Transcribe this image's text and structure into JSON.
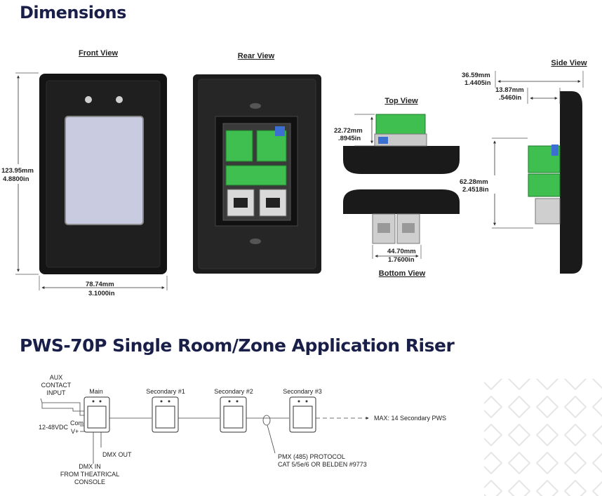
{
  "titles": {
    "dimensions": "Dimensions",
    "riser": "PWS-70P Single Room/Zone Application Riser"
  },
  "views": {
    "front": "Front View",
    "rear": "Rear View",
    "top": "Top View",
    "bottom": "Bottom View",
    "side": "Side View"
  },
  "dims": {
    "front_height_mm": "123.95mm",
    "front_height_in": "4.8800in",
    "front_width_mm": "78.74mm",
    "front_width_in": "3.1000in",
    "top_depth_mm": "22.72mm",
    "top_depth_in": ".8945in",
    "bottom_width_mm": "44.70mm",
    "bottom_width_in": "1.7600in",
    "side_total_mm": "36.59mm",
    "side_total_in": "1.4405in",
    "side_plate_mm": "13.87mm",
    "side_plate_in": ".5460in",
    "side_box_mm": "62.28mm",
    "side_box_in": "2.4518in"
  },
  "riser": {
    "aux1": "AUX",
    "aux2": "CONTACT",
    "aux3": "INPUT",
    "main": "Main",
    "sec1": "Secondary #1",
    "sec2": "Secondary #2",
    "sec3": "Secondary #3",
    "com": "Com",
    "vplus": "V+",
    "power": "12-48VDC",
    "dmx_out": "DMX OUT",
    "dmx_in1": "DMX IN",
    "dmx_in2": "FROM THEATRICAL",
    "dmx_in3": "CONSOLE",
    "pmx1": "PMX (485) PROTOCOL",
    "pmx2": "CAT 5/5e/6 OR BELDEN #9773",
    "max": "MAX: 14 Secondary PWS"
  }
}
